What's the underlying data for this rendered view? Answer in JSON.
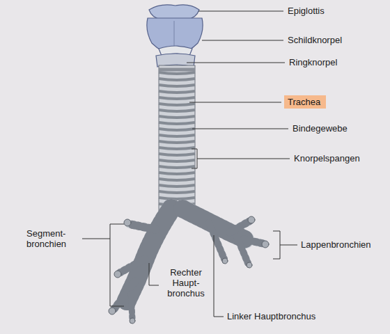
{
  "diagram": {
    "nodes": [
      {
        "text": [
          "Trachea"
        ]
      }
    ],
    "labels": [
      "Epiglottis",
      "Schildknorpel",
      "Ringknorpel",
      "Bindegewebe",
      "Knorpelspangen",
      "Segment- bronchien",
      "Lappenbronchien",
      "Rechter Haupt- bronchus",
      "Linker Hauptbronchus"
    ]
  }
}
